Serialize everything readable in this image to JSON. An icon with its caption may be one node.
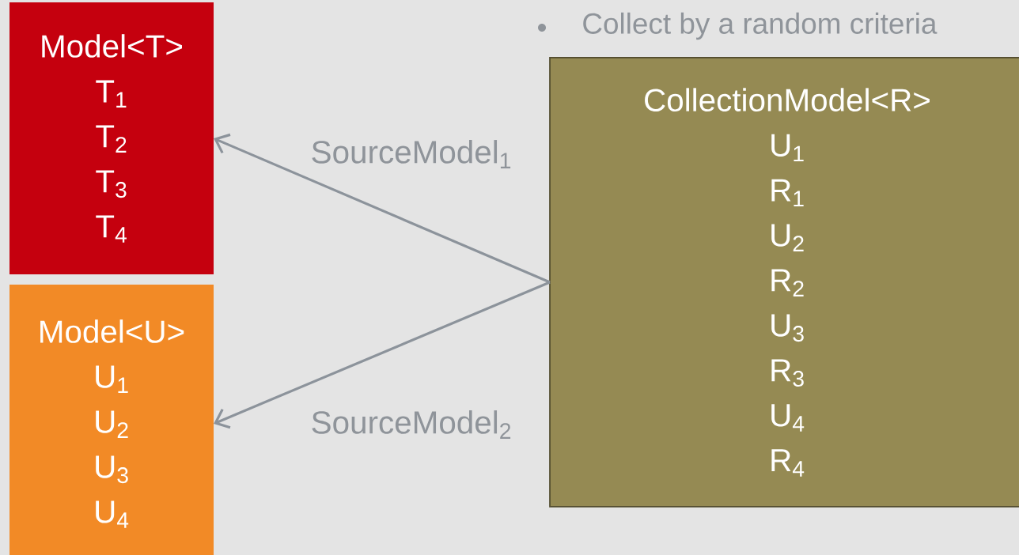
{
  "diagram": {
    "nodes": [
      {
        "text": [
          "Model<T>",
          "T$_{1}$",
          "T$_{2}$",
          "T$_{3}$",
          "T$_{4}$"
        ]
      },
      {
        "text": [
          "Model<U>",
          "U$_{1}$",
          "U$_{2}$",
          "U$_{3}$",
          "U$_{4}$"
        ]
      },
      {
        "text": [
          "CollectionModel<R>",
          "U$_{1}$",
          "R$_{1}$",
          "U$_{2}$",
          "R$_{2}$",
          "U$_{3}$",
          "R$_{3}$",
          "U$_{4}$",
          "R$_{4}$"
        ]
      }
    ],
    "edges": [
      {
        "from": 2,
        "to": 0,
        "arrow": "to",
        "label": "SourceModel$_{1}$"
      },
      {
        "from": 2,
        "to": 1,
        "arrow": "to",
        "label": "SourceModel$_{2}$"
      }
    ],
    "labels": [
      "Collect by a random criteria"
    ]
  }
}
